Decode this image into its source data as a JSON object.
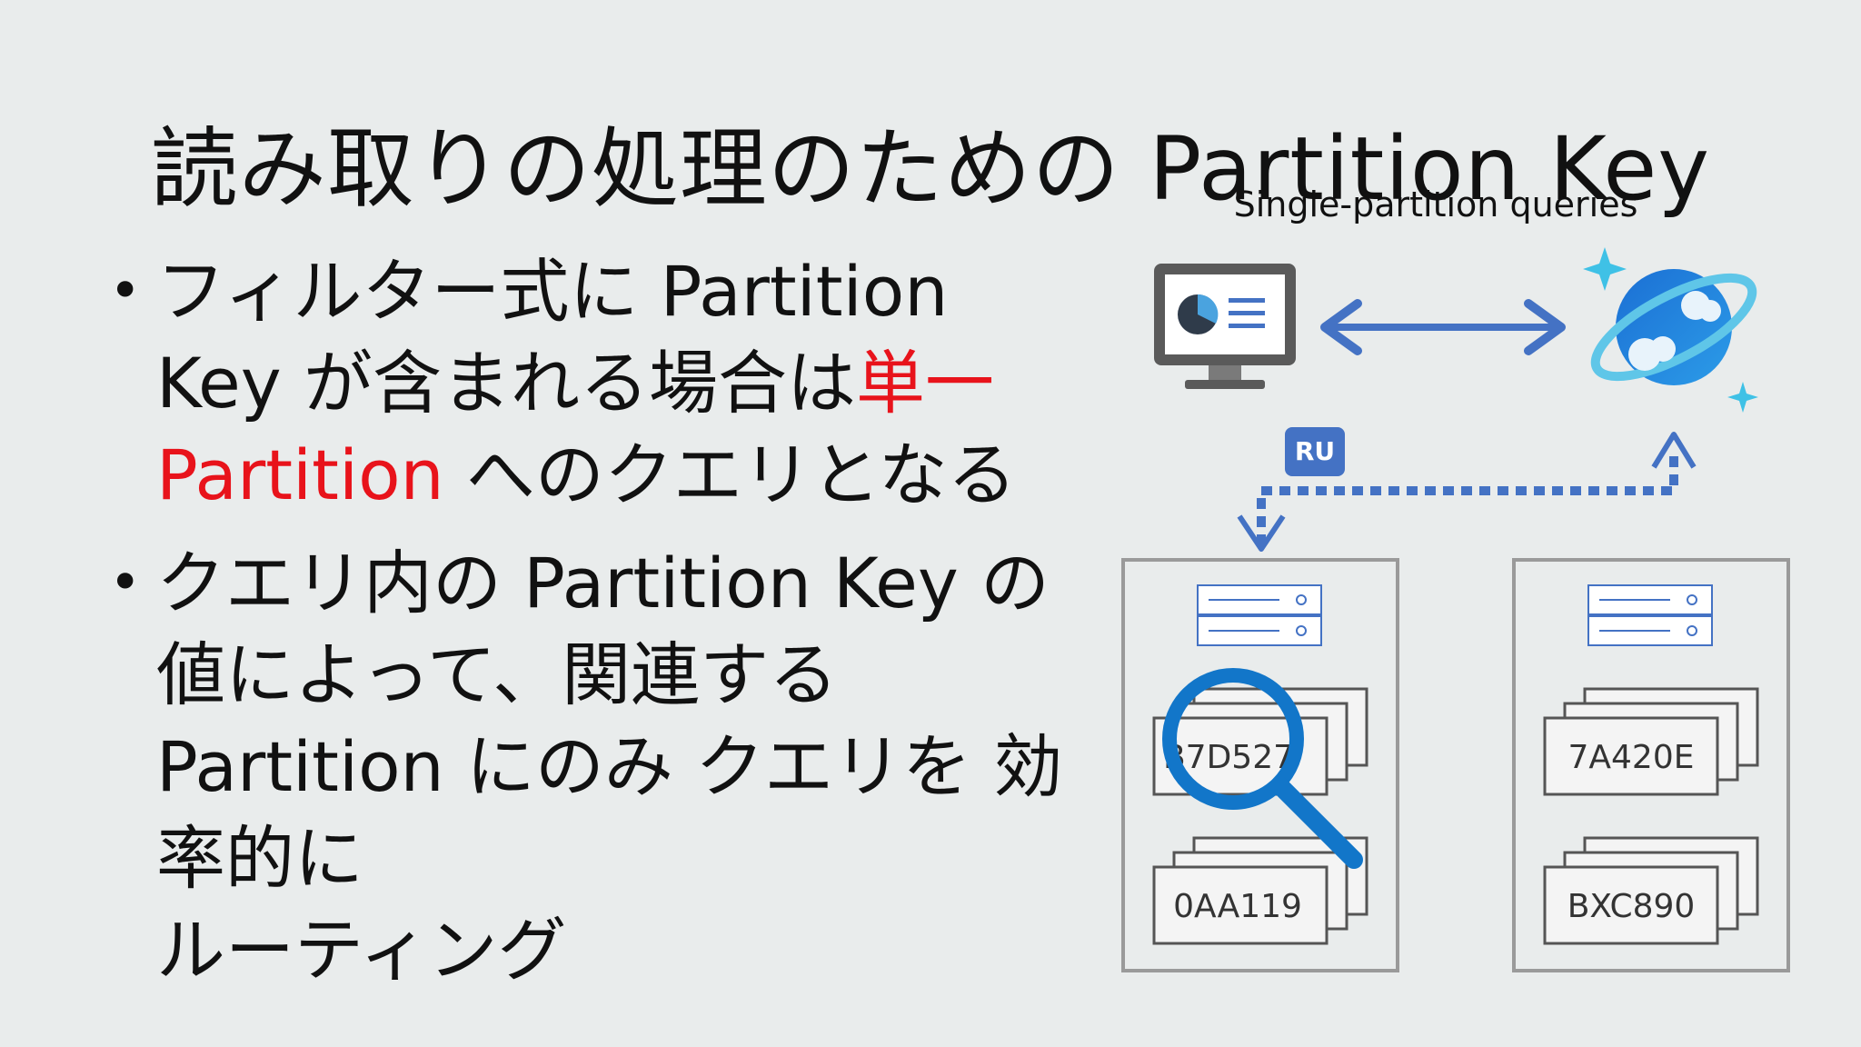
{
  "title": "読み取りの処理のための Partition Key",
  "bullets": [
    {
      "parts": [
        {
          "text": "フィルター式に Partition Key が含まれる場合は",
          "red": false
        },
        {
          "text": "単一 Partition",
          "red": true
        },
        {
          "text": " へのクエリとなる",
          "red": false
        }
      ]
    },
    {
      "parts": [
        {
          "text": "クエリ内の Partition Key の値によって、関連する Partition にのみ クエリを 効率的に",
          "red": false
        },
        {
          "text": "ルーティング",
          "red": false,
          "newline": true
        }
      ]
    }
  ],
  "diagram": {
    "caption": "Single-partition queries",
    "ru_badge": "RU",
    "partitions": [
      {
        "keys": [
          "B7D527",
          "0AA119"
        ],
        "searched": true
      },
      {
        "keys": [
          "7A420E",
          "BXC890"
        ],
        "searched": false
      }
    ]
  },
  "colors": {
    "accent_blue": "#4472c4",
    "highlight_red": "#e8131b",
    "magnifier_blue": "#1276c9",
    "border_gray": "#9a9a9a"
  },
  "icons": [
    "monitor-icon",
    "cosmos-db-icon",
    "double-arrow-icon",
    "server-icon",
    "magnifier-icon"
  ]
}
